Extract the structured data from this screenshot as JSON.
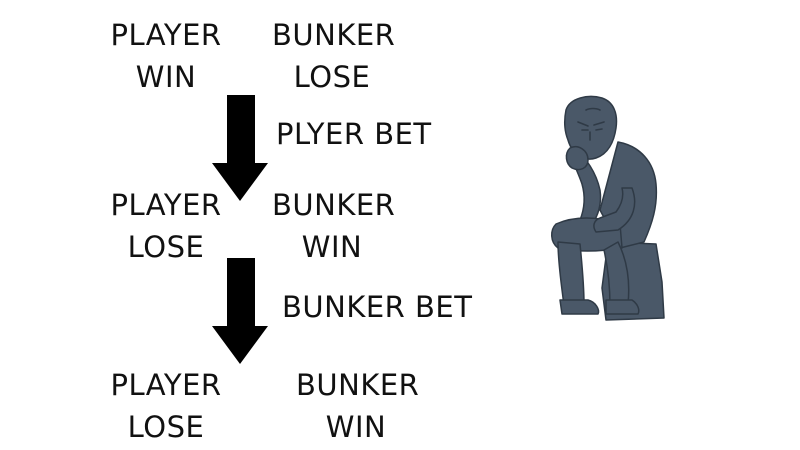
{
  "rows": [
    {
      "player_name": "PLAYER",
      "player_result": "WIN",
      "bunker_name": "BUNKER",
      "bunker_result": "LOSE"
    },
    {
      "player_name": "PLAYER",
      "player_result": "LOSE",
      "bunker_name": "BUNKER",
      "bunker_result": "WIN"
    },
    {
      "player_name": "PLAYER",
      "player_result": "LOSE",
      "bunker_name": "BUNKER",
      "bunker_result": "WIN"
    }
  ],
  "arrows": [
    {
      "label": "PLYER BET"
    },
    {
      "label": "BUNKER BET"
    }
  ],
  "illustration": {
    "icon": "thinker-statue-icon",
    "color": "#4a5868"
  },
  "colors": {
    "text": "#111111",
    "arrow": "#000000",
    "background": "#ffffff"
  }
}
